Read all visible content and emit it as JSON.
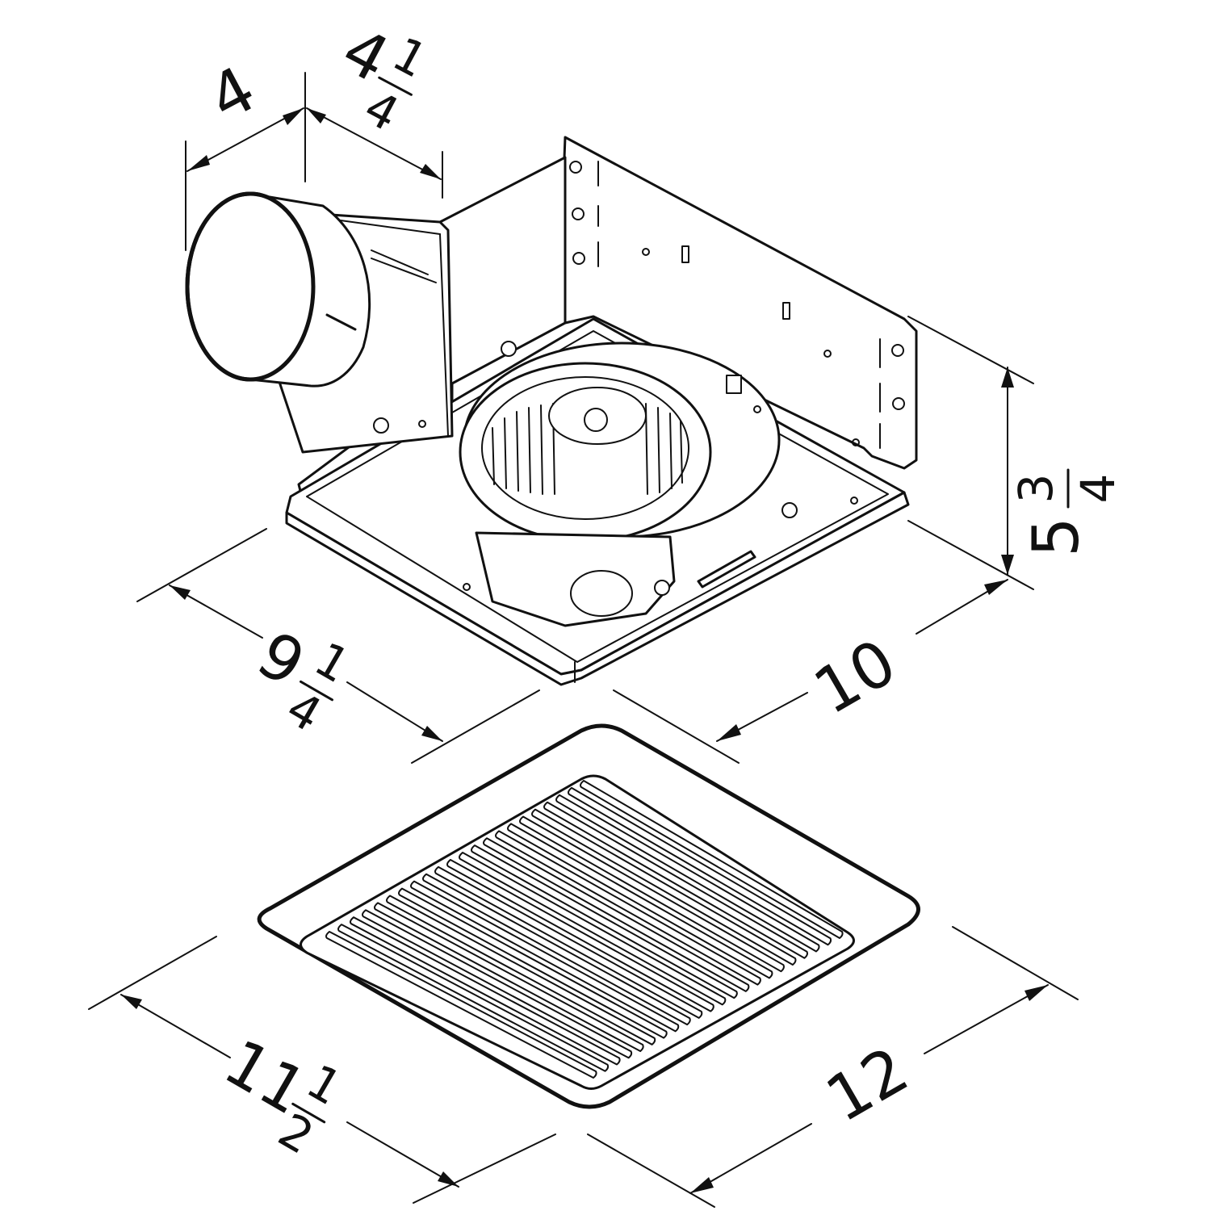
{
  "diagram": {
    "dimensions": {
      "duct_width": {
        "whole": "4"
      },
      "duct_depth": {
        "whole": "4",
        "num": "1",
        "den": "4"
      },
      "housing_height": {
        "whole": "5",
        "num": "3",
        "den": "4"
      },
      "housing_width": {
        "whole": "10"
      },
      "housing_depth": {
        "whole": "9",
        "num": "1",
        "den": "4"
      },
      "grille_width": {
        "whole": "12"
      },
      "grille_depth": {
        "whole": "11",
        "num": "1",
        "den": "2"
      }
    },
    "colors": {
      "line": "#111111",
      "background": "#ffffff"
    },
    "grille_slat_count": 22
  }
}
